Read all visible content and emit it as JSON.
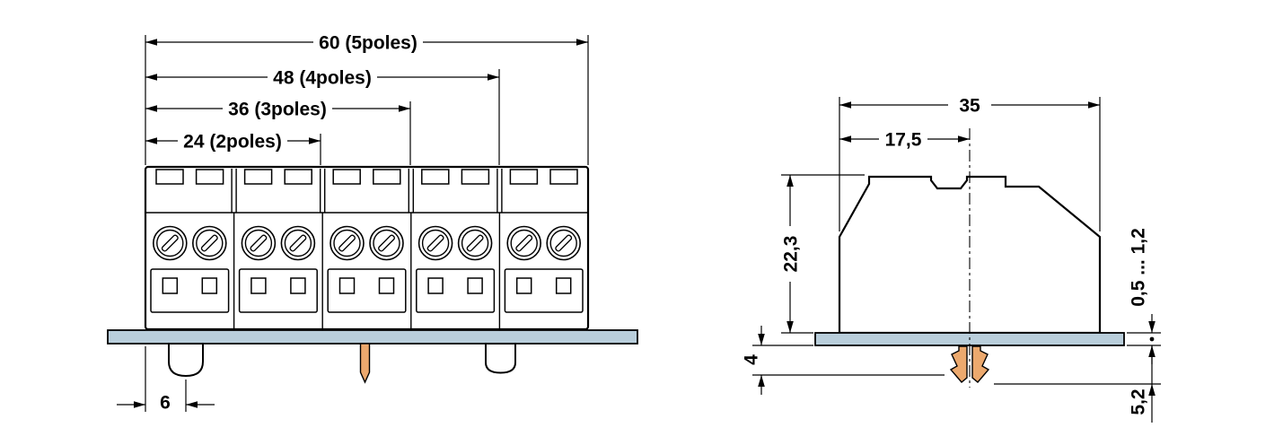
{
  "front_view": {
    "dim_labels": {
      "poles5": "60 (5poles)",
      "poles4": "48 (4poles)",
      "poles3": "36 (3poles)",
      "poles2": "24 (2poles)",
      "foot_offset": "6"
    }
  },
  "side_view": {
    "dim_labels": {
      "total_width": "35",
      "center_offset": "17,5",
      "height": "22,3",
      "foot_engagement": "4",
      "panel_thickness": "0,5 ... 1,2",
      "protrusion": "5,2"
    }
  },
  "colors": {
    "panel_fill": "#b9cedb",
    "foot_fill": "#eca96e",
    "outline": "#000000",
    "background": "#ffffff"
  }
}
